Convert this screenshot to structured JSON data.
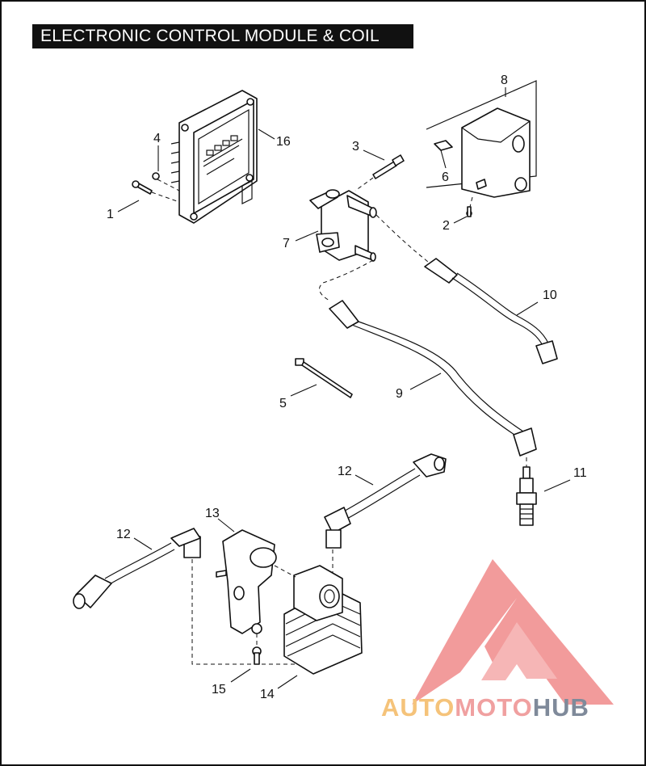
{
  "title": "ELECTRONIC CONTROL MODULE & COIL",
  "callouts": [
    {
      "id": "c1",
      "text": "1"
    },
    {
      "id": "c2",
      "text": "2"
    },
    {
      "id": "c3",
      "text": "3"
    },
    {
      "id": "c4",
      "text": "4"
    },
    {
      "id": "c5",
      "text": "5"
    },
    {
      "id": "c6",
      "text": "6"
    },
    {
      "id": "c7",
      "text": "7"
    },
    {
      "id": "c8",
      "text": "8"
    },
    {
      "id": "c9",
      "text": "9"
    },
    {
      "id": "c10",
      "text": "10"
    },
    {
      "id": "c11",
      "text": "11"
    },
    {
      "id": "c12a",
      "text": "12"
    },
    {
      "id": "c12b",
      "text": "12"
    },
    {
      "id": "c13",
      "text": "13"
    },
    {
      "id": "c14",
      "text": "14"
    },
    {
      "id": "c15",
      "text": "15"
    },
    {
      "id": "c16",
      "text": "16"
    }
  ],
  "watermark": {
    "part1": "AUTO",
    "part2": "MOTO",
    "part3": "HUB",
    "colors": {
      "logo_red": "#f08a8a",
      "auto": "#f5c37a",
      "moto": "#f0a0a0",
      "hub": "#7f8a9a"
    }
  }
}
